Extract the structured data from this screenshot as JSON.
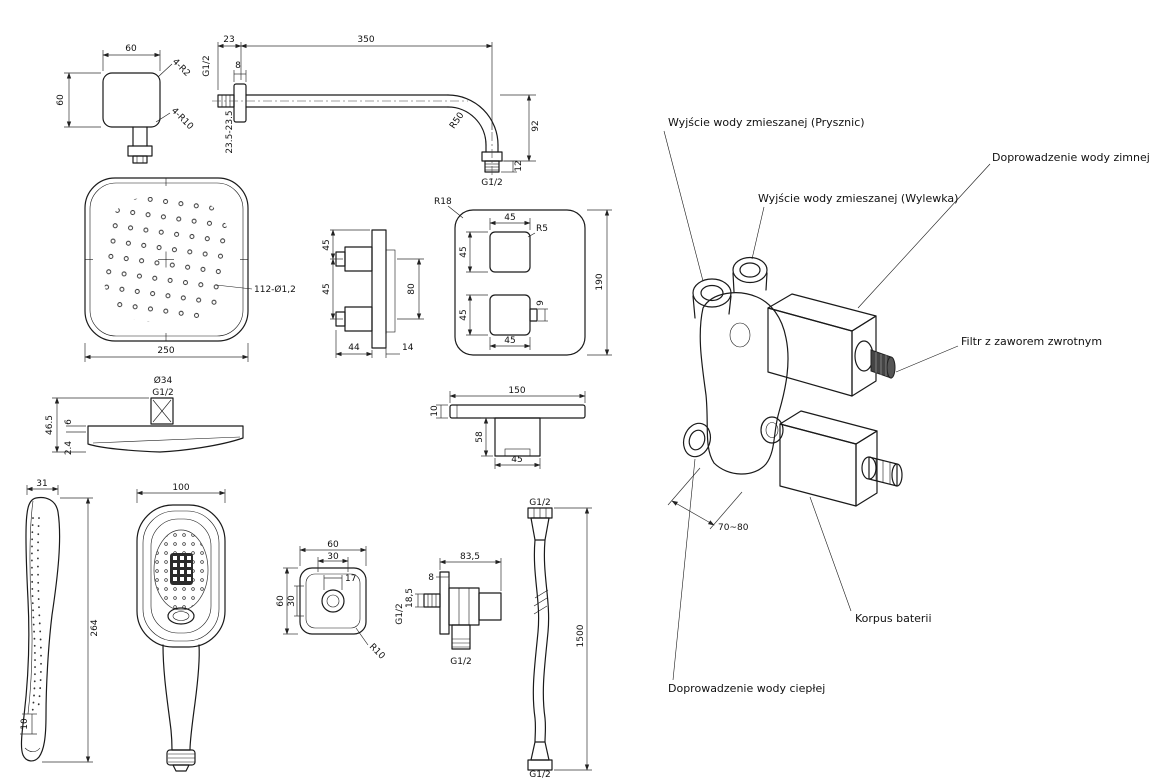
{
  "callouts": {
    "shower_outlet": "Wyjście wody zmieszanej (Prysznic)",
    "cold_supply": "Doprowadzenie wody zimnej",
    "spout_outlet": "Wyjście wody zmieszanej (Wylewka)",
    "filter": "Filtr z zaworem zwrotnym",
    "body": "Korpus baterii",
    "hot_supply": "Doprowadzenie wody ciepłej",
    "iso_depth": "70~80"
  },
  "corner": {
    "w": "60",
    "h": "60",
    "r_out": "4-R2",
    "r_in": "4-R10"
  },
  "arm": {
    "d23": "23",
    "d350": "350",
    "g_wall": "G1/2",
    "d8": "8",
    "range": "23.5-23.5",
    "r50": "R50",
    "d92": "92",
    "d12": "12",
    "g_end": "G1/2"
  },
  "head": {
    "holes": "112-Ø1,2",
    "w": "250",
    "neck": "Ø34",
    "g": "G1/2",
    "h": "46.5",
    "t1": "6",
    "t2": "2.4"
  },
  "valve": {
    "s45a": "45",
    "s45b": "45",
    "s80": "80",
    "s44": "44",
    "s14": "14",
    "r18": "R18",
    "f45top": "45",
    "r5": "R5",
    "f45l1": "45",
    "f45l2": "45",
    "f45bot": "45",
    "d9": "9",
    "h190": "190"
  },
  "spout": {
    "l150": "150",
    "t10": "10",
    "d58": "58",
    "w45": "45"
  },
  "hand": {
    "side_w": "31",
    "len": "264",
    "tip": "10",
    "front_w": "100"
  },
  "elbow": {
    "w60": "60",
    "w30": "30",
    "w17": "17",
    "h60": "60",
    "h30": "30",
    "r10": "R10",
    "d835": "83,5",
    "d8": "8",
    "d185": "18,5",
    "g_in": "G1/2",
    "g_out": "G1/2"
  },
  "hose": {
    "g_top": "G1/2",
    "len": "1500",
    "g_bot": "G1/2"
  }
}
